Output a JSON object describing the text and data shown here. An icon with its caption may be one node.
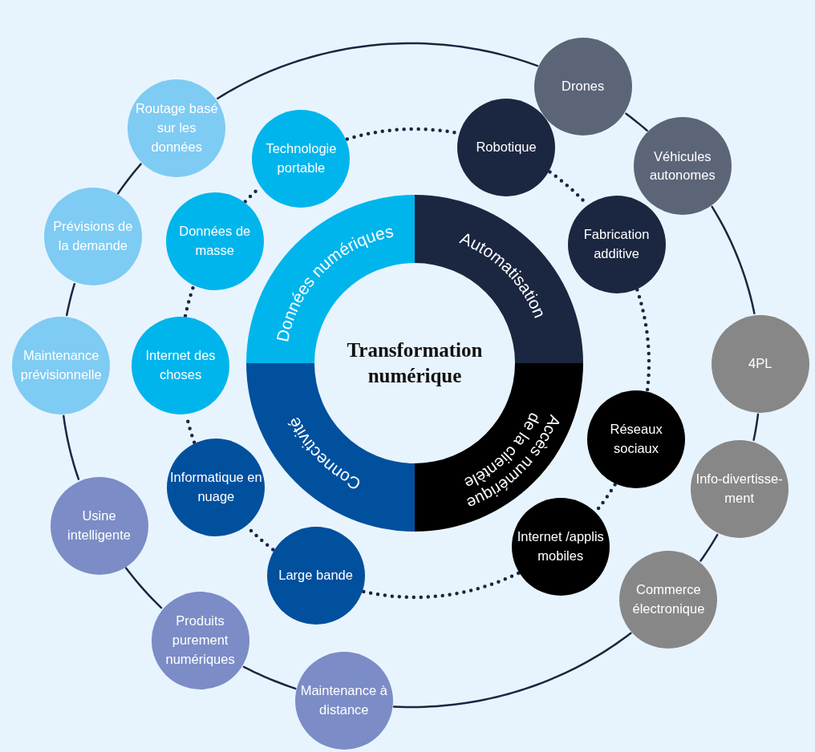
{
  "diagram": {
    "nodes": [
      {
        "text": [
          "Transformation numérique"
        ]
      },
      {
        "text": [
          "Données numériques"
        ]
      },
      {
        "text": [
          "Automatisation"
        ]
      },
      {
        "text": [
          "Accès numérique de la clientèle"
        ]
      },
      {
        "text": [
          "Connectivité"
        ]
      },
      {
        "text": [
          "Technologie portable"
        ]
      },
      {
        "text": [
          "Robotique"
        ]
      },
      {
        "text": [
          "Fabrication additive"
        ]
      },
      {
        "text": [
          "Réseaux sociaux"
        ]
      },
      {
        "text": [
          "Internet /applis mobiles"
        ]
      },
      {
        "text": [
          "Large bande"
        ]
      },
      {
        "text": [
          "Informatique en nuage"
        ]
      },
      {
        "text": [
          "Internet des choses"
        ]
      },
      {
        "text": [
          "Données de masse"
        ]
      },
      {
        "text": [
          "Drones"
        ]
      },
      {
        "text": [
          "Véhicules autonomes"
        ]
      },
      {
        "text": [
          "4PL"
        ]
      },
      {
        "text": [
          "Info-divertisse-ment"
        ]
      },
      {
        "text": [
          "Commerce électronique"
        ]
      },
      {
        "text": [
          "Maintenance à distance"
        ]
      },
      {
        "text": [
          "Produits purement numériques"
        ]
      },
      {
        "text": [
          "Usine intelligente"
        ]
      },
      {
        "text": [
          "Maintenance prévisionnelle"
        ]
      },
      {
        "text": [
          "Prévisions de la demande"
        ]
      },
      {
        "text": [
          "Routage basé sur les données"
        ]
      }
    ],
    "edges": [
      {
        "from": 5,
        "to": 6,
        "arrow": "none",
        "style": "dashed"
      },
      {
        "from": 6,
        "to": 7,
        "arrow": "none",
        "style": "dashed"
      },
      {
        "from": 7,
        "to": 8,
        "arrow": "none",
        "style": "dashed"
      },
      {
        "from": 8,
        "to": 9,
        "arrow": "none",
        "style": "dashed"
      },
      {
        "from": 9,
        "to": 10,
        "arrow": "none",
        "style": "dashed"
      },
      {
        "from": 10,
        "to": 11,
        "arrow": "none",
        "style": "dashed"
      },
      {
        "from": 11,
        "to": 12,
        "arrow": "none",
        "style": "dashed"
      },
      {
        "from": 12,
        "to": 13,
        "arrow": "none",
        "style": "dashed"
      },
      {
        "from": 13,
        "to": 5,
        "arrow": "none",
        "style": "dashed"
      },
      {
        "from": 14,
        "to": 15,
        "arrow": "none"
      },
      {
        "from": 15,
        "to": 16,
        "arrow": "none"
      },
      {
        "from": 16,
        "to": 17,
        "arrow": "none"
      },
      {
        "from": 17,
        "to": 18,
        "arrow": "none"
      },
      {
        "from": 18,
        "to": 19,
        "arrow": "none"
      },
      {
        "from": 19,
        "to": 20,
        "arrow": "none"
      },
      {
        "from": 20,
        "to": 21,
        "arrow": "none"
      },
      {
        "from": 21,
        "to": 22,
        "arrow": "none"
      },
      {
        "from": 22,
        "to": 23,
        "arrow": "none"
      },
      {
        "from": 23,
        "to": 24,
        "arrow": "none"
      },
      {
        "from": 24,
        "to": 14,
        "arrow": "none"
      }
    ]
  }
}
